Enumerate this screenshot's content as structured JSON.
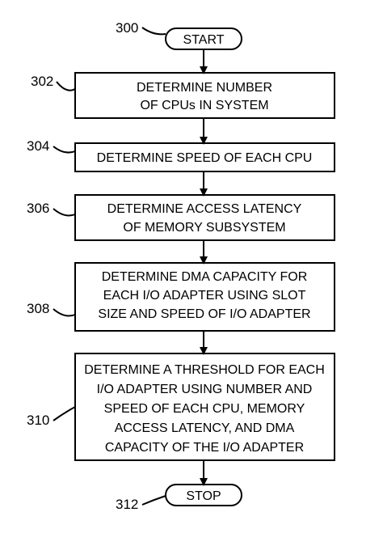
{
  "terminals": {
    "start": {
      "ref": "300",
      "label": "START"
    },
    "stop": {
      "ref": "312",
      "label": "STOP"
    }
  },
  "steps": [
    {
      "ref": "302",
      "lines": [
        "DETERMINE NUMBER",
        "OF CPUs IN SYSTEM"
      ]
    },
    {
      "ref": "304",
      "lines": [
        "DETERMINE SPEED OF EACH CPU"
      ]
    },
    {
      "ref": "306",
      "lines": [
        "DETERMINE ACCESS LATENCY",
        "OF MEMORY SUBSYSTEM"
      ]
    },
    {
      "ref": "308",
      "lines": [
        "DETERMINE DMA CAPACITY FOR",
        "EACH I/O ADAPTER USING SLOT",
        "SIZE AND SPEED OF I/O ADAPTER"
      ]
    },
    {
      "ref": "310",
      "lines": [
        "DETERMINE A THRESHOLD FOR EACH",
        "I/O ADAPTER USING NUMBER AND",
        "SPEED OF EACH CPU, MEMORY",
        "ACCESS LATENCY, AND DMA",
        "CAPACITY OF THE I/O ADAPTER"
      ]
    }
  ]
}
